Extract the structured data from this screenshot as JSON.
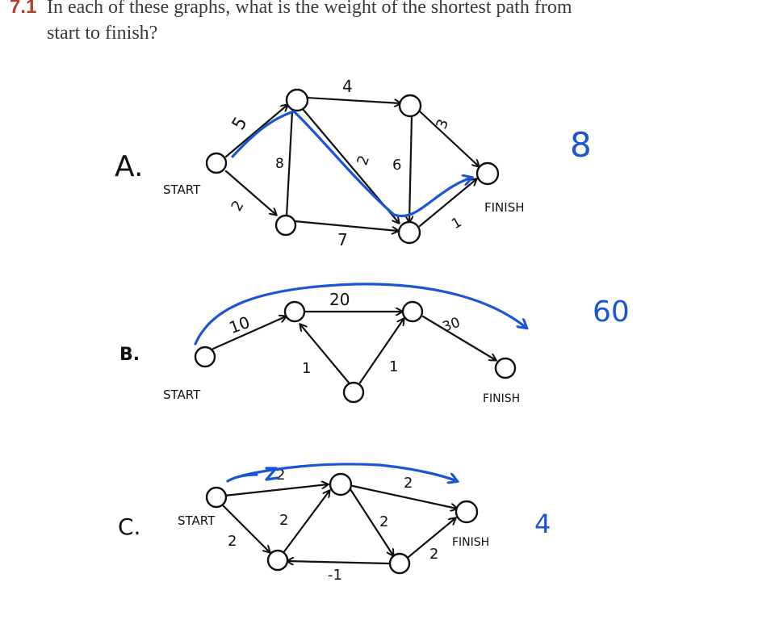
{
  "question": {
    "number": "7.1",
    "line1": "In each of these graphs, what is the weight of the shortest path from",
    "line2": "start to finish?"
  },
  "graphs": [
    {
      "id": "A",
      "label": "A.",
      "start_label": "START",
      "finish_label": "FINISH",
      "edge_weights": [
        "5",
        "2",
        "8",
        "4",
        "2",
        "6",
        "3",
        "7",
        "1"
      ],
      "answer": "8"
    },
    {
      "id": "B",
      "label": "B.",
      "start_label": "START",
      "finish_label": "FINISH",
      "edge_weights": [
        "10",
        "20",
        "1",
        "1",
        "30"
      ],
      "answer": "60"
    },
    {
      "id": "C",
      "label": "C.",
      "start_label": "START",
      "finish_label": "FINISH",
      "edge_weights": [
        "2",
        "2",
        "2",
        "2",
        "-1",
        "2",
        "2"
      ],
      "answer": "4"
    }
  ],
  "colors": {
    "ink": "#111111",
    "annotation": "#1b55d6",
    "question_number": "#b0402a"
  }
}
